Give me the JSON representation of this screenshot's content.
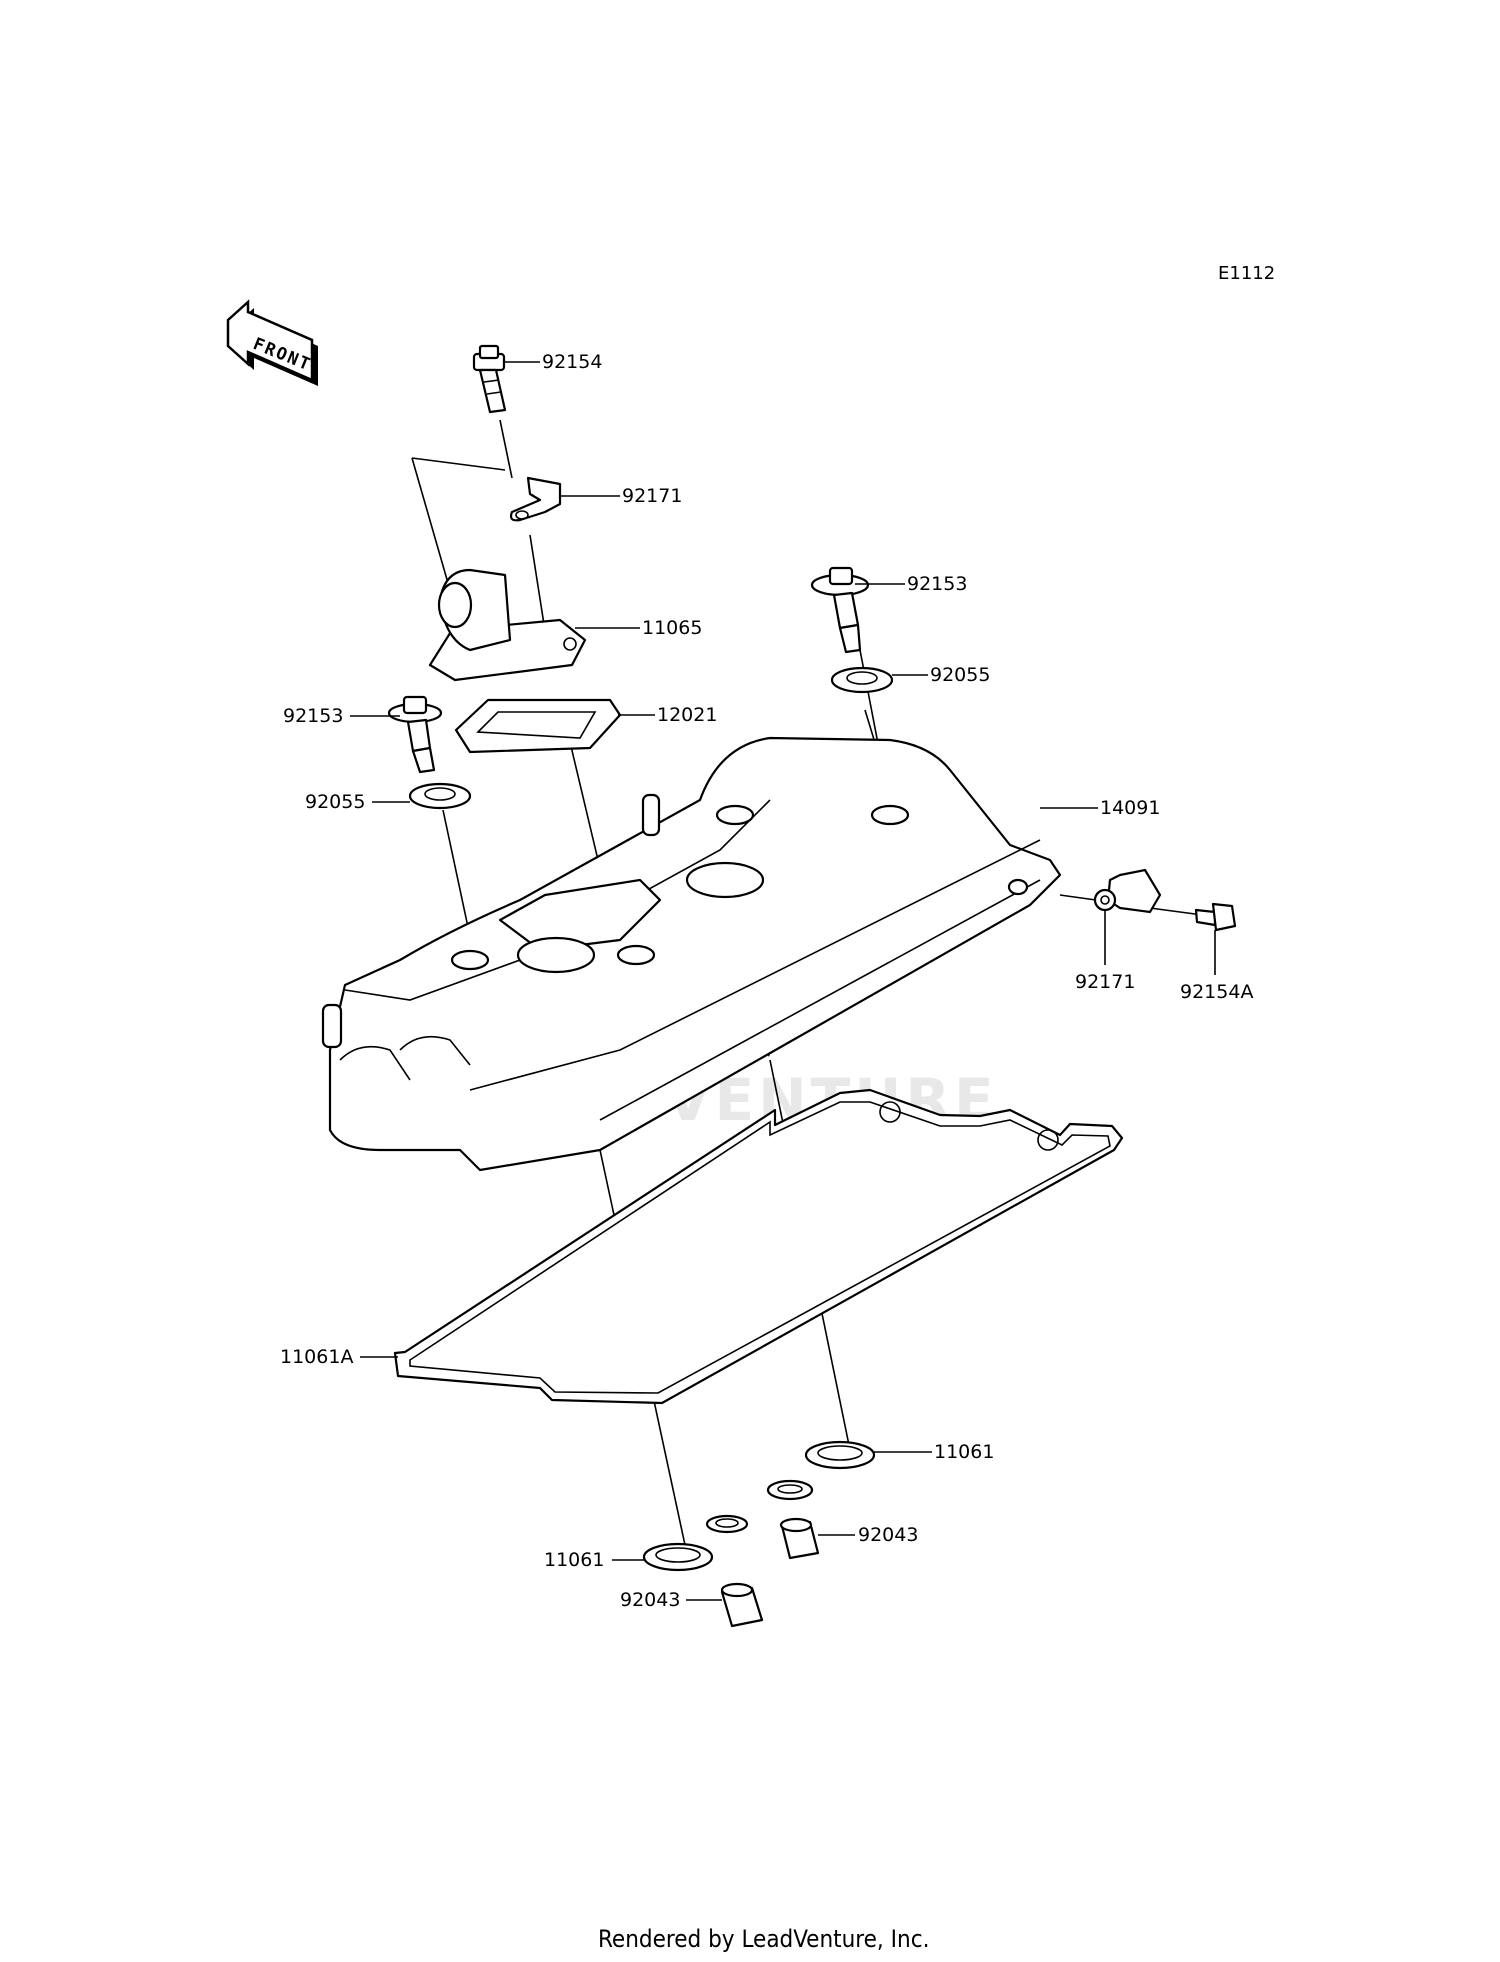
{
  "diagram_ref": "E1112",
  "front_label": "FRONT",
  "watermark": "LEADVENTURE",
  "footer": "Rendered by LeadVenture, Inc.",
  "callouts": {
    "bolt_top": "92154",
    "clip_top": "92171",
    "breather_cover": "11065",
    "bolt_right": "92153",
    "washer_right": "92055",
    "bolt_left": "92153",
    "gasket_breather": "12021",
    "washer_left": "92055",
    "head_cover": "14091",
    "clip_right": "92171",
    "bolt_right_a": "92154A",
    "gasket_main": "11061A",
    "plug_gasket_right": "11061",
    "collar_right": "92043",
    "plug_gasket_left": "11061",
    "collar_left": "92043"
  }
}
